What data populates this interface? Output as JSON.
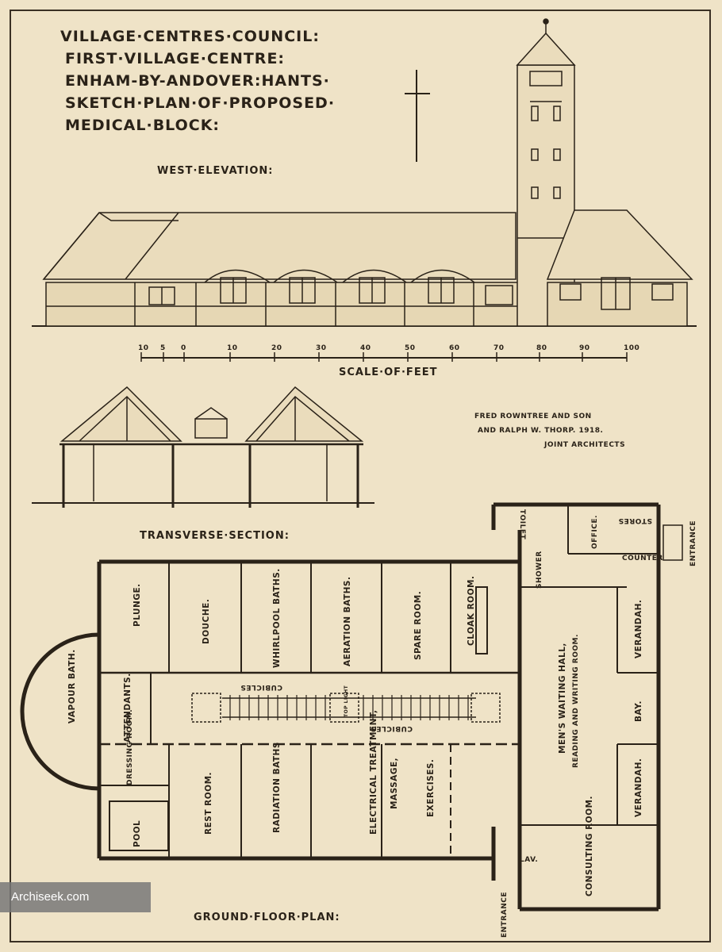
{
  "title_block": {
    "line1": "VILLAGE·CENTRES·COUNCIL:",
    "line2": "FIRST·VILLAGE·CENTRE:",
    "line3": "ENHAM-BY-ANDOVER:HANTS·",
    "line4": "SKETCH·PLAN·OF·PROPOSED·",
    "line5": "MEDICAL·BLOCK:"
  },
  "labels": {
    "west_elevation": "WEST·ELEVATION:",
    "scale_caption": "SCALE·OF·FEET",
    "transverse_section": "TRANSVERSE·SECTION:",
    "ground_floor_plan": "GROUND·FLOOR·PLAN:"
  },
  "architects": {
    "line1": "FRED ROWNTREE AND SON",
    "line2": "AND RALPH W. THORP. 1918.",
    "line3": "JOINT ARCHITECTS"
  },
  "scale_ticks": [
    "10",
    "5",
    "0",
    "10",
    "20",
    "30",
    "40",
    "50",
    "60",
    "70",
    "80",
    "90",
    "100"
  ],
  "rooms": {
    "plunge": "PLUNGE.",
    "douche": "DOUCHE.",
    "whirlpool": "WHIRLPOOL BATHS.",
    "aeration": "AERATION BATHS.",
    "spare": "SPARE ROOM.",
    "cloak": "CLOAK ROOM.",
    "vapour": "VAPOUR BATH.",
    "attendants": "ATTENDANTS.",
    "dressing": "DRESSING ROOM.",
    "pool": "POOL",
    "rest": "REST ROOM.",
    "radiation": "RADIATION BATHS",
    "electrical": "ELECTRICAL TREATMENT,",
    "massage": "MASSAGE,",
    "exercises": "EXERCISES.",
    "mens_hall": "MEN'S WAITING HALL,",
    "reading": "READING AND WRITING ROOM.",
    "verandah1": "VERANDAH.",
    "bay": "BAY.",
    "verandah2": "VERANDAH.",
    "consulting": "CONSULTING ROOM.",
    "office": "OFFICE.",
    "stores": "STORES",
    "counter": "COUNTER",
    "shower": "SHOWER",
    "toilet": "TOILET",
    "lav": "LAV.",
    "entrance_e": "ENTRANCE",
    "entrance_s": "ENTRANCE",
    "cubicles_top": "CUBICLES",
    "cubicles_bottom": "CUBICLES",
    "top_light": "TOP LIGHT"
  },
  "watermark": "Archiseek.com"
}
